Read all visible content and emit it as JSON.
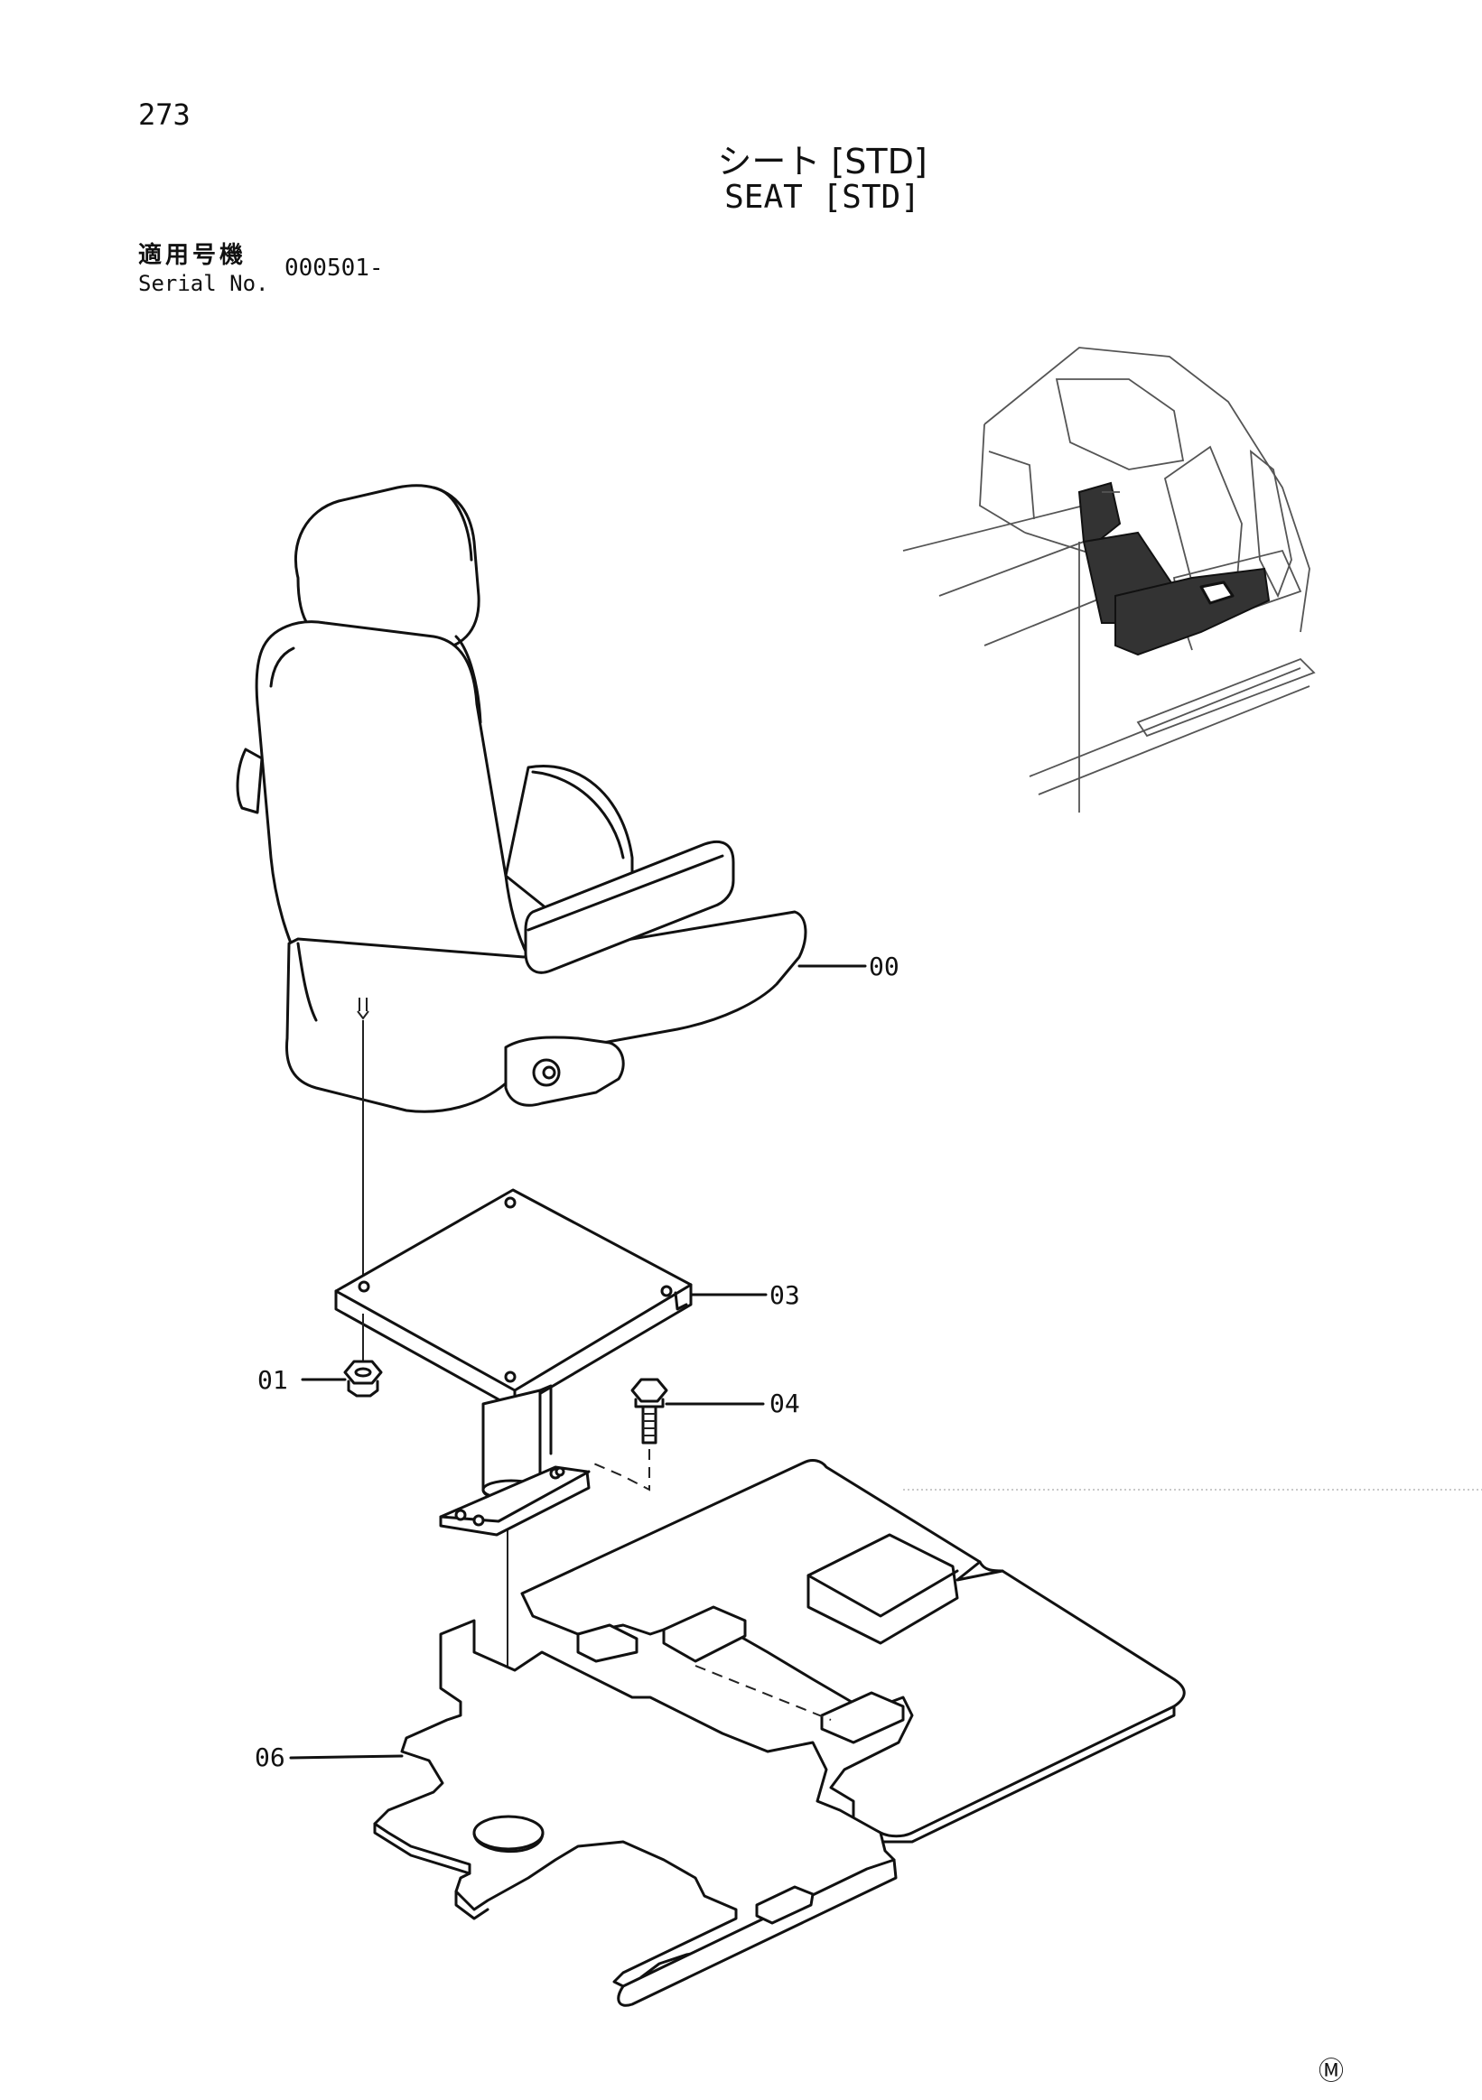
{
  "header": {
    "page_number": "273",
    "title_ja": "シート [STD]",
    "title_en": "SEAT [STD]"
  },
  "serial": {
    "label_ja": "適用号機",
    "label_en": "Serial No.",
    "value": "000501-"
  },
  "callouts": {
    "seat": "00",
    "nut": "01",
    "bracket": "03",
    "bolt": "04",
    "mat": "06"
  },
  "footer": {
    "mark": "Ⓜ"
  }
}
